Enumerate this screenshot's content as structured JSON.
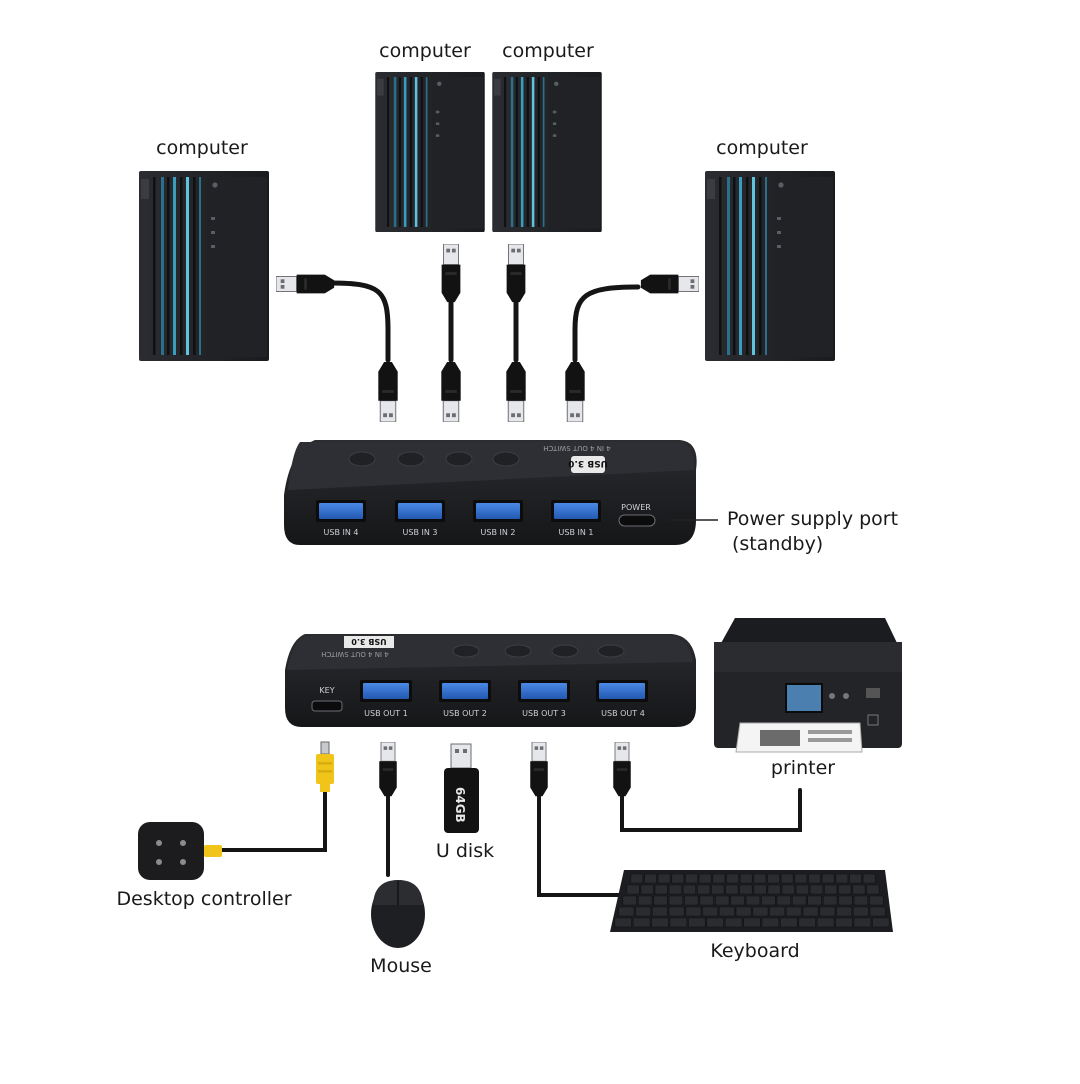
{
  "labels": {
    "computer_1": "computer",
    "computer_2": "computer",
    "computer_3": "computer",
    "computer_4": "computer",
    "power_port_line1": "Power supply port",
    "power_port_line2": "(standby)",
    "printer": "printer",
    "u_disk": "U disk",
    "desktop_controller": "Desktop controller",
    "mouse": "Mouse",
    "keyboard": "Keyboard"
  },
  "switch_top": {
    "ports": [
      "USB IN 4",
      "USB IN 3",
      "USB IN 2",
      "USB IN 1"
    ],
    "power_label": "POWER",
    "badge_text": "USB 3.0",
    "top_text": "4 IN 4 OUT SWITCH"
  },
  "switch_bottom": {
    "key_label": "KEY",
    "ports": [
      "USB OUT 1",
      "USB OUT 2",
      "USB OUT 3",
      "USB OUT 4"
    ],
    "badge_text": "USB 3.0",
    "top_text": "4 IN 4 OUT SWITCH"
  },
  "u_disk_capacity": "64GB",
  "colors": {
    "device_black": "#1e1f22",
    "usb_blue": "#2f6fd1",
    "cable": "#151515",
    "accent_light": "#5fc3dd",
    "cable_yellow": "#f0c419"
  }
}
